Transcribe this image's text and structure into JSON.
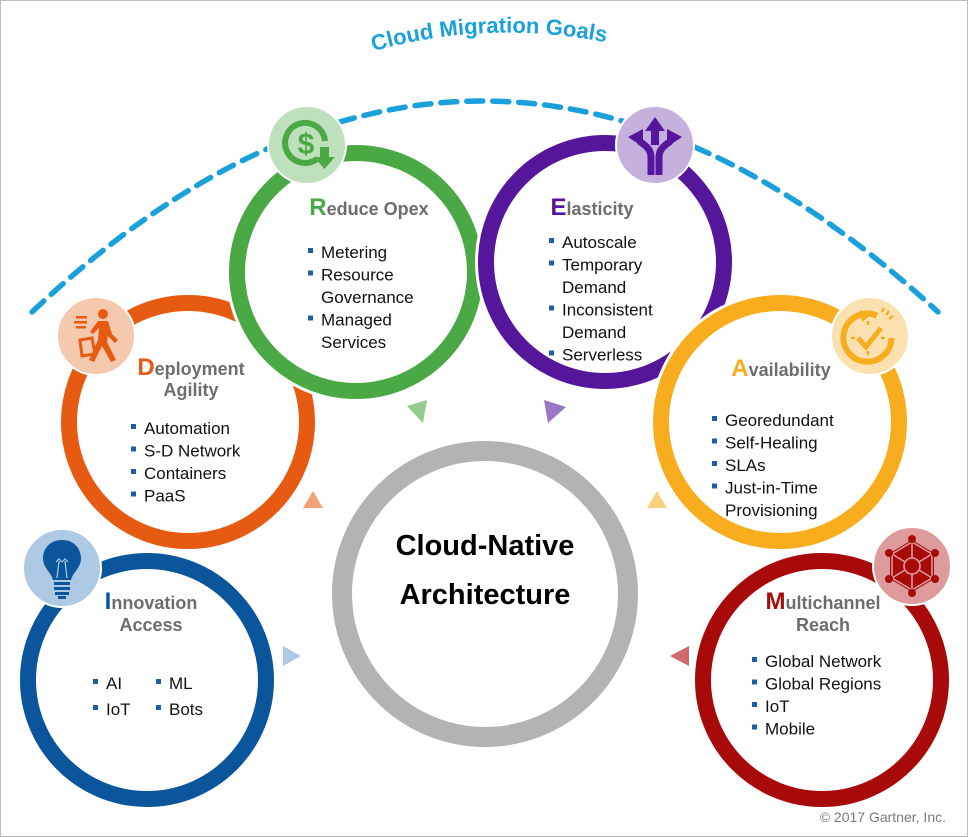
{
  "title": "Cloud Migration Goals",
  "center": {
    "line1": "Cloud-Native",
    "line2": "Architecture",
    "ring_color": "#b3b3b3"
  },
  "goals": [
    {
      "id": "innovation-access",
      "initial": "I",
      "title_rest_line1": "nnovation",
      "title_line2": "Access",
      "color": "#0a559b",
      "icon_bg": "#aec9e3",
      "icon": "lightbulb-icon",
      "pointer_color": "#aec9e3",
      "items": [
        "AI",
        "ML",
        "IoT",
        "Bots"
      ]
    },
    {
      "id": "deployment-agility",
      "initial": "D",
      "title_rest_line1": "eployment",
      "title_line2": "Agility",
      "color": "#e65a12",
      "icon_bg": "#f5c9ad",
      "icon": "walking-person-icon",
      "pointer_color": "#f2a075",
      "items": [
        "Automation",
        "S-D Network",
        "Containers",
        "PaaS"
      ]
    },
    {
      "id": "reduce-opex",
      "initial": "R",
      "title_rest_line1": "educe Opex",
      "title_line2": "",
      "color": "#4aa845",
      "icon_bg": "#bfe0bc",
      "icon": "dollar-down-icon",
      "pointer_color": "#93cb8e",
      "items": [
        "Metering",
        "Resource Governance",
        "Managed Services"
      ]
    },
    {
      "id": "elasticity",
      "initial": "E",
      "title_rest_line1": "lasticity",
      "title_line2": "",
      "color": "#56169c",
      "icon_bg": "#c6b1dc",
      "icon": "split-arrows-icon",
      "pointer_color": "#9b76c4",
      "items": [
        "Autoscale",
        "Temporary Demand",
        "Inconsistent Demand",
        "Serverless"
      ]
    },
    {
      "id": "availability",
      "initial": "A",
      "title_rest_line1": "vailability",
      "title_line2": "",
      "color": "#f7ad1d",
      "icon_bg": "#fbe1b0",
      "icon": "clock-check-icon",
      "pointer_color": "#fbd17e",
      "items": [
        "Georedundant",
        "Self-Healing",
        "SLAs",
        "Just-in-Time Provisioning"
      ]
    },
    {
      "id": "multichannel-reach",
      "initial": "M",
      "title_rest_line1": "ultichannel",
      "title_line2": "Reach",
      "color": "#a80a0a",
      "icon_bg": "#dd9b9b",
      "icon": "network-hub-icon",
      "pointer_color": "#d06a6a",
      "items": [
        "Global Network",
        "Global Regions",
        "IoT",
        "Mobile"
      ]
    }
  ],
  "copyright": "© 2017 Gartner, Inc."
}
